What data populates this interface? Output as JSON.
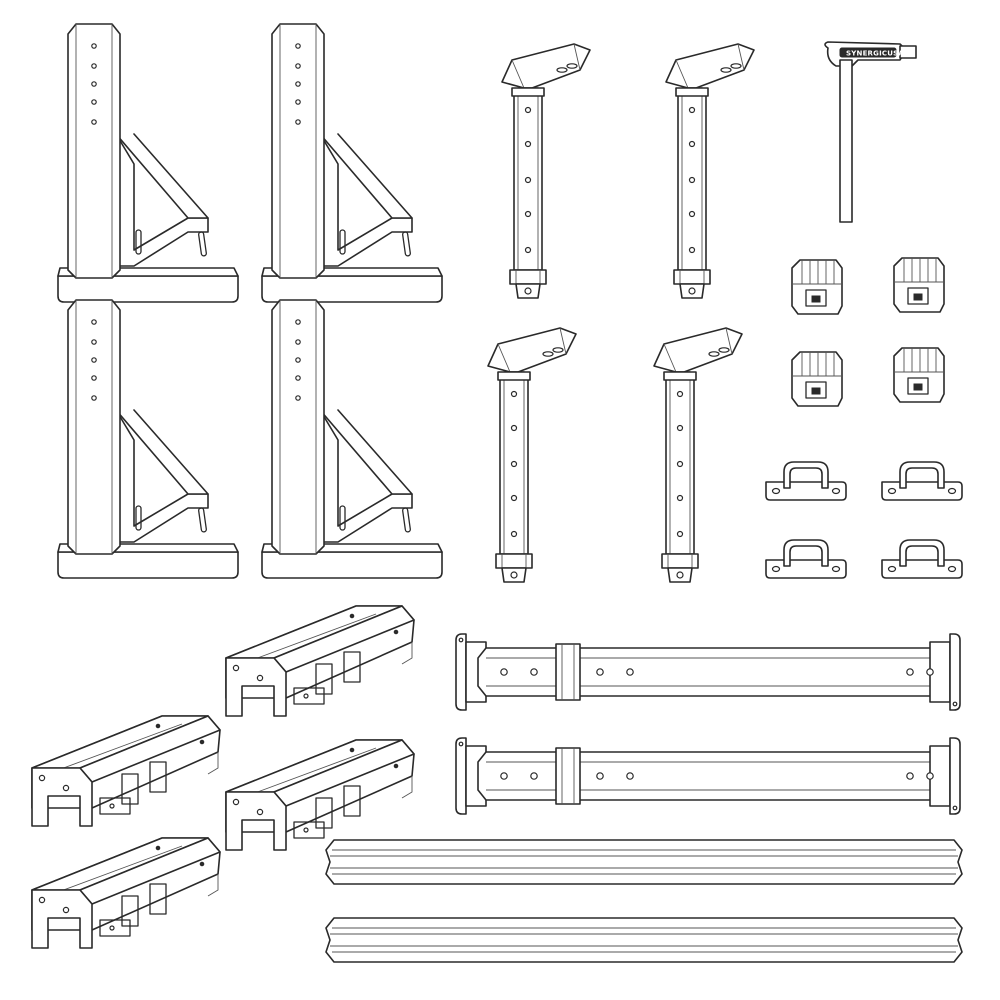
{
  "components": {
    "upright_brackets": {
      "count": 4
    },
    "angled_posts": {
      "count": 4
    },
    "t_handle_key": {
      "brand_text": "SYNERGICUSA"
    },
    "end_caps": {
      "count": 4
    },
    "tie_down_loops": {
      "count": 4
    },
    "rail_clamps": {
      "count": 4
    },
    "crossbars": {
      "count": 2
    },
    "rails": {
      "count": 2
    }
  },
  "colors": {
    "line": "#2a2a2a",
    "background": "#ffffff"
  }
}
